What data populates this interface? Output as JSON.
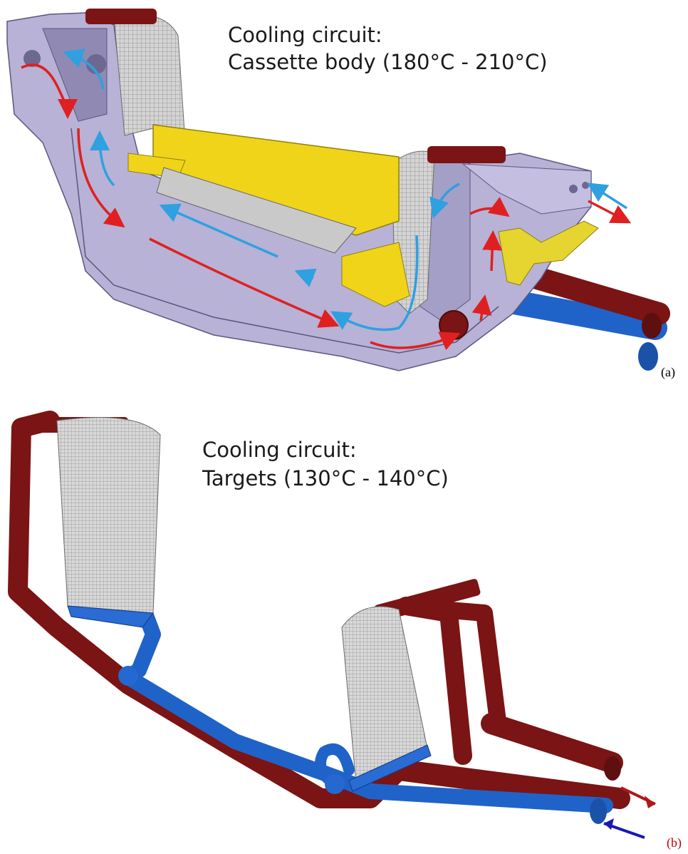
{
  "panel_a": {
    "title_line1": "Cooling circuit:",
    "title_line2": "Cassette body (180°C - 210°C)",
    "label": "(a)"
  },
  "panel_b": {
    "title_line1": "Cooling circuit:",
    "title_line2": "Targets (130°C - 140°C)",
    "label": "(b)"
  },
  "colors": {
    "body": "#b7b2d6",
    "body_dark": "#8f89b4",
    "hot_pipe": "#7b1414",
    "cold_pipe": "#1f63c9",
    "hot_arrow": "#e02020",
    "cold_arrow": "#2fa0e0",
    "target_plate": "#f0d419",
    "tile_grey": "#c8c8c8",
    "label_b_color": "#c00000"
  }
}
